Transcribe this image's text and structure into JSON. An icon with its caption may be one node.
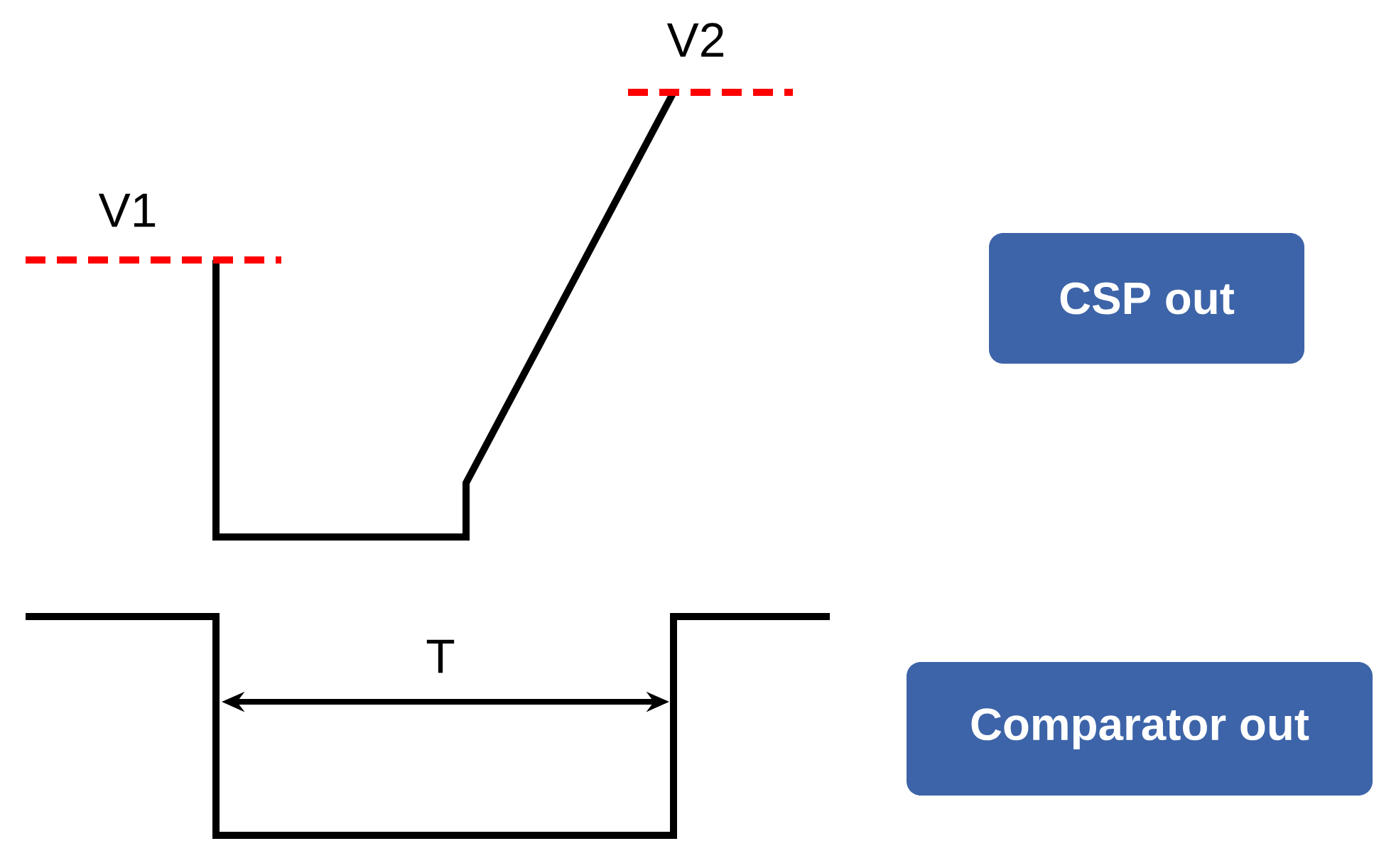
{
  "diagram": {
    "nodes": [
      {
        "text": [
          "CSP out"
        ]
      },
      {
        "text": [
          "Comparator out"
        ]
      }
    ],
    "labels": [
      "V2",
      "V1",
      "T"
    ]
  }
}
